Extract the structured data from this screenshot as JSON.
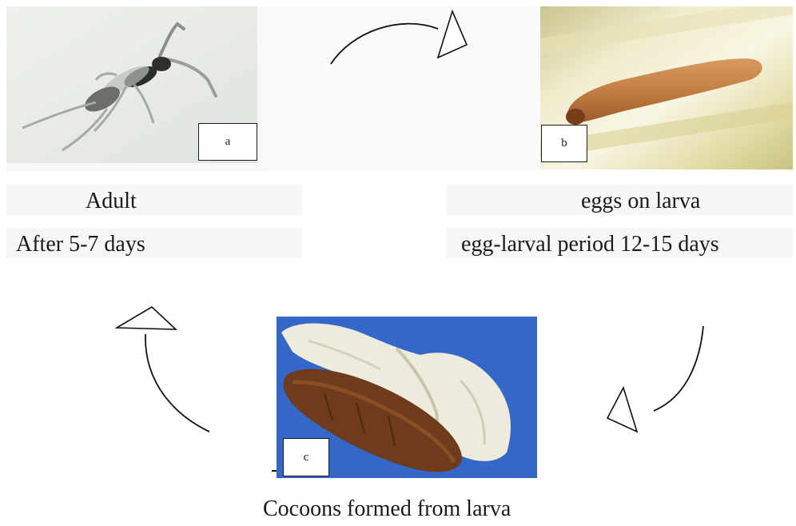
{
  "stages": {
    "a": {
      "box_label": "a",
      "caption": "Adult",
      "duration": "After 5-7 days"
    },
    "b": {
      "box_label": "b",
      "caption": "eggs on larva",
      "duration": "egg-larval period 12-15 days"
    },
    "c": {
      "box_label": "c",
      "caption": "Cocoons formed from larva"
    }
  }
}
